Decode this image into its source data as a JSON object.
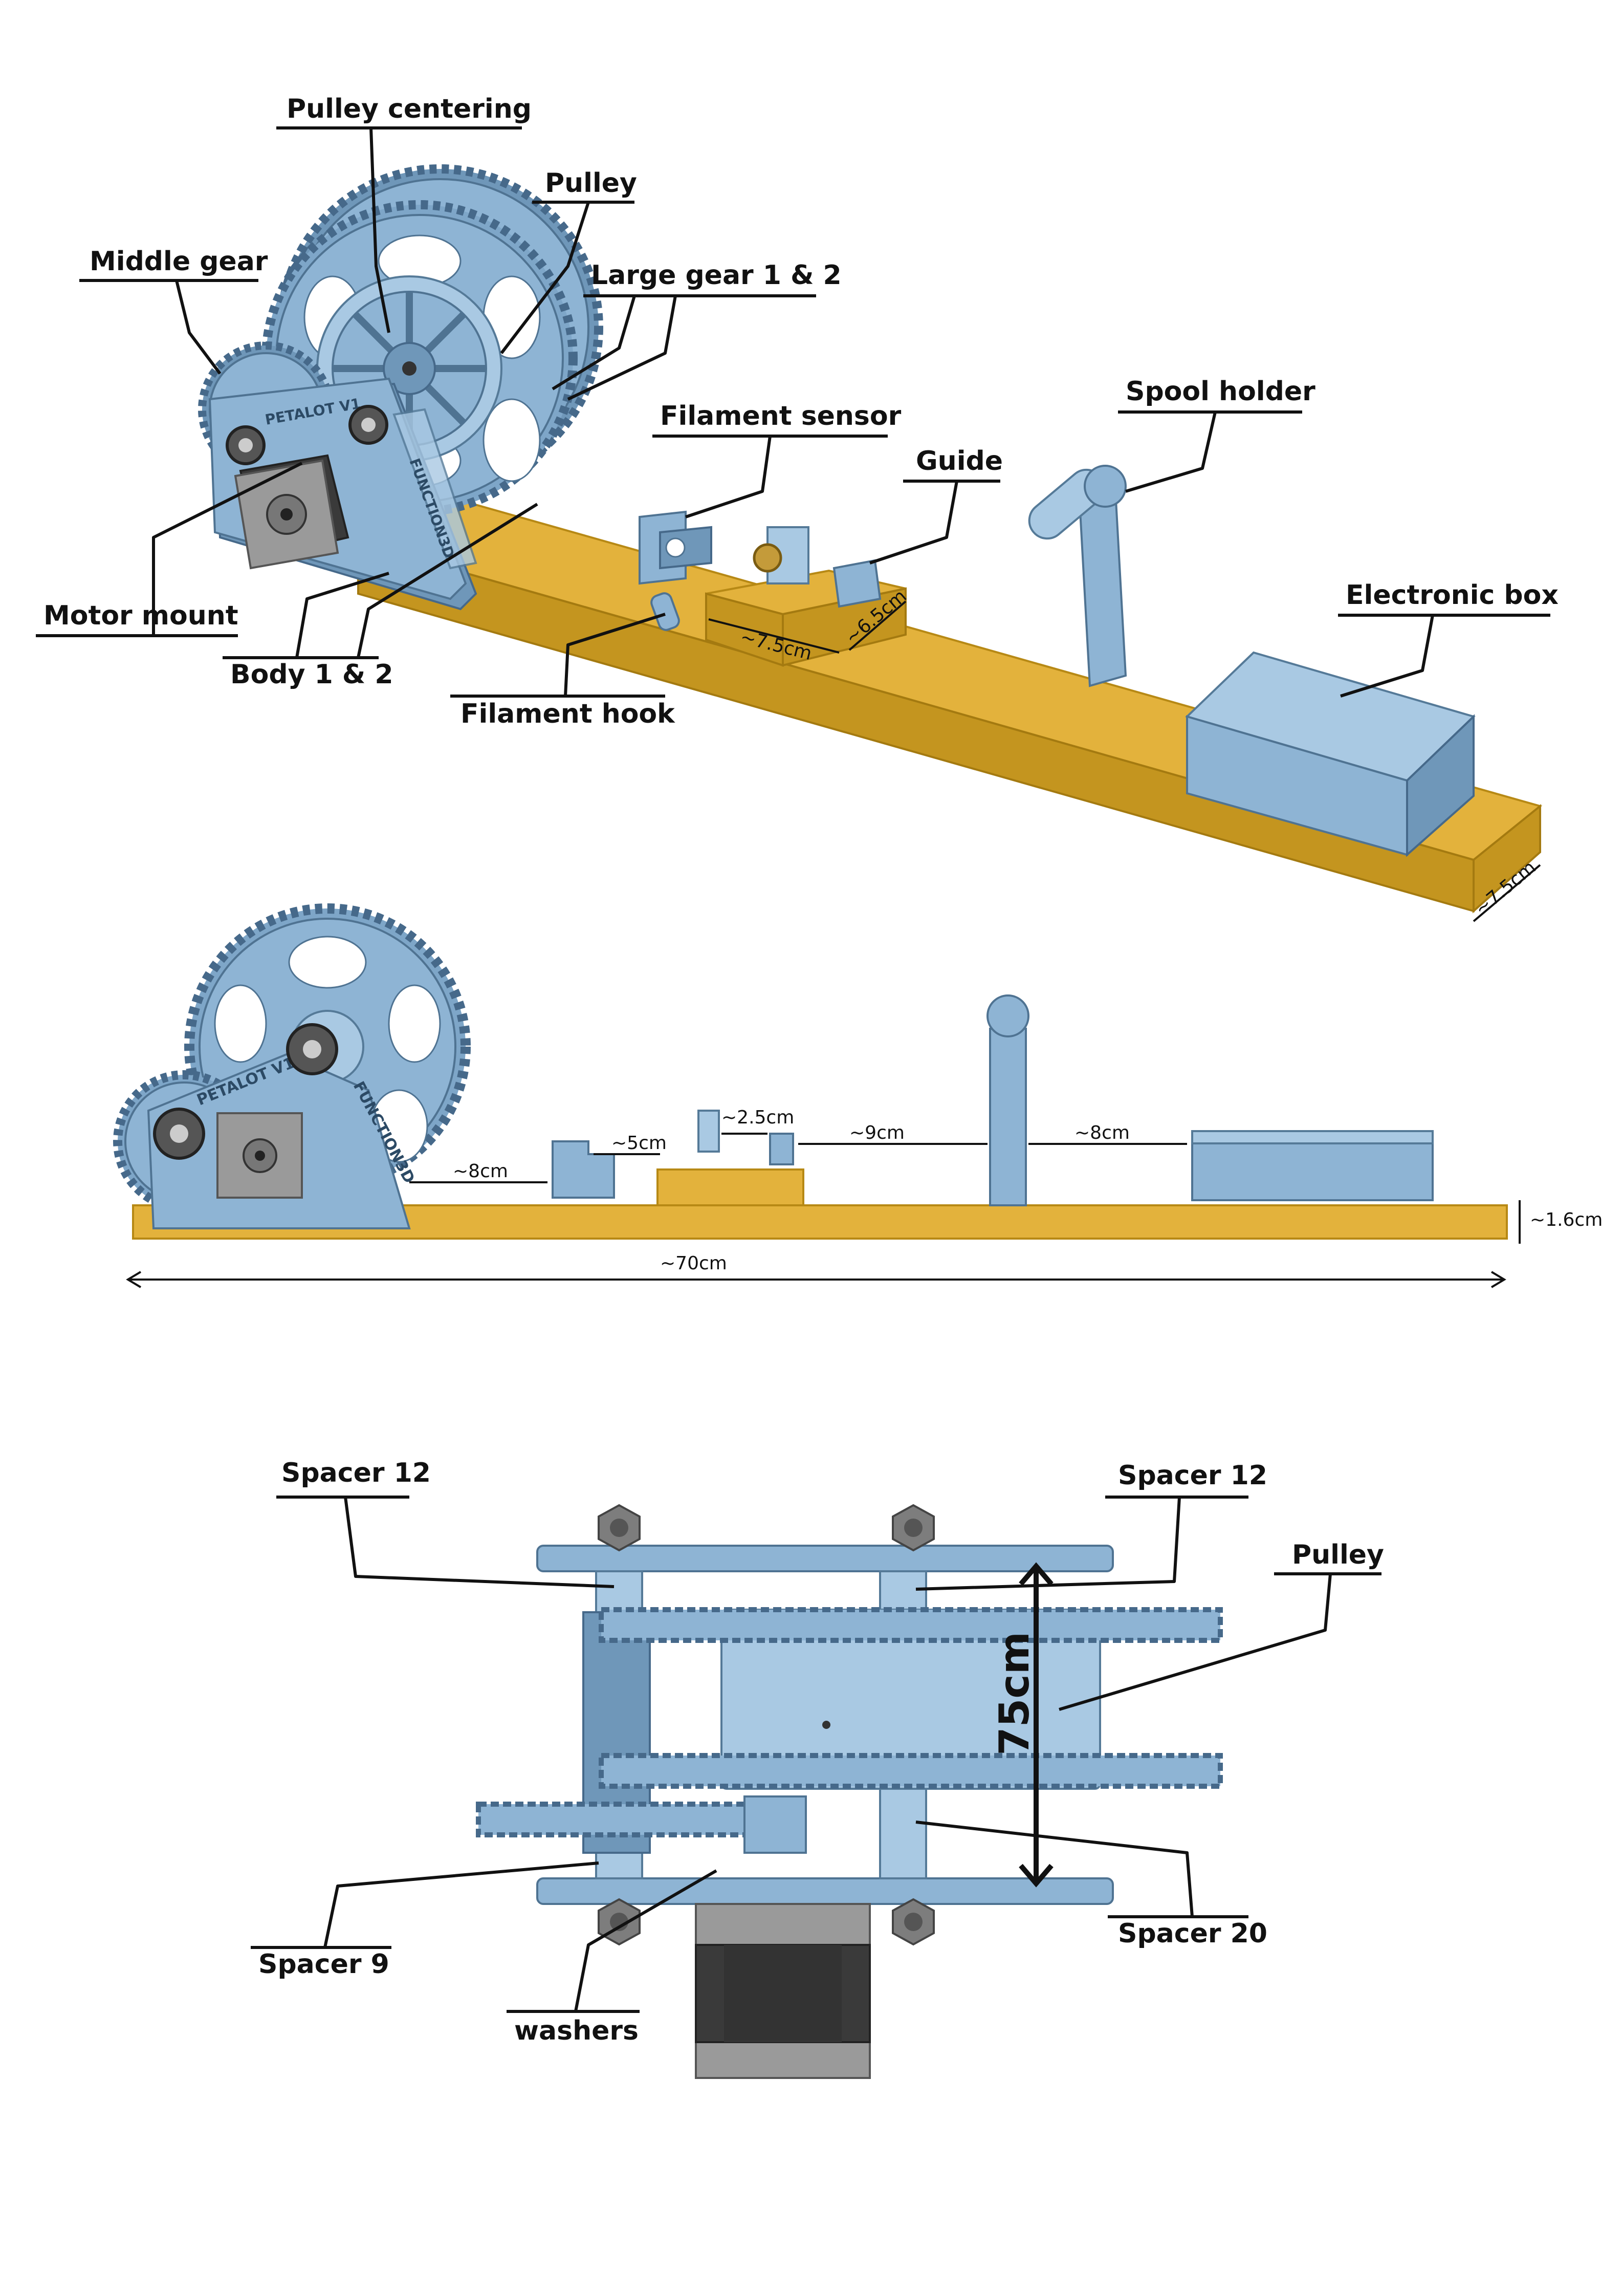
{
  "colors": {
    "part_blue": "#8eb4d4",
    "wood": "#e3b23c",
    "motor": "#9a9a9a",
    "ink": "#111111"
  },
  "top_view": {
    "labels": {
      "pulley_centering": "Pulley centering",
      "pulley": "Pulley",
      "middle_gear": "Middle gear",
      "large_gear": "Large gear 1 & 2",
      "filament_sensor": "Filament sensor",
      "guide": "Guide",
      "spool_holder": "Spool holder",
      "electronic_box": "Electronic box",
      "motor_mount": "Motor mount",
      "body": "Body 1 & 2",
      "filament_hook": "Filament hook"
    },
    "engravings": {
      "brand_a": "PETALOT V1",
      "brand_b": "FUNCTION3D"
    },
    "dimensions": {
      "guide_block_length": "~7.5cm",
      "guide_block_width": "~6.5cm",
      "base_width": "~7.5cm"
    }
  },
  "side_view": {
    "engravings": {
      "brand_a": "PETALOT V1",
      "brand_b": "FUNCTION3D"
    },
    "dimensions": {
      "body_to_sensor": "~8cm",
      "sensor_to_guide": "~5cm",
      "guide_gap": "~2.5cm",
      "guide_to_spool": "~9cm",
      "spool_to_box": "~8cm",
      "base_thickness": "~1.6cm",
      "total_length": "~70cm"
    }
  },
  "front_view": {
    "labels": {
      "spacer_12_left": "Spacer 12",
      "spacer_12_right": "Spacer 12",
      "pulley": "Pulley",
      "spacer_9": "Spacer 9",
      "spacer_20": "Spacer 20",
      "washers": "washers"
    },
    "dimensions": {
      "height": "75cm"
    }
  }
}
